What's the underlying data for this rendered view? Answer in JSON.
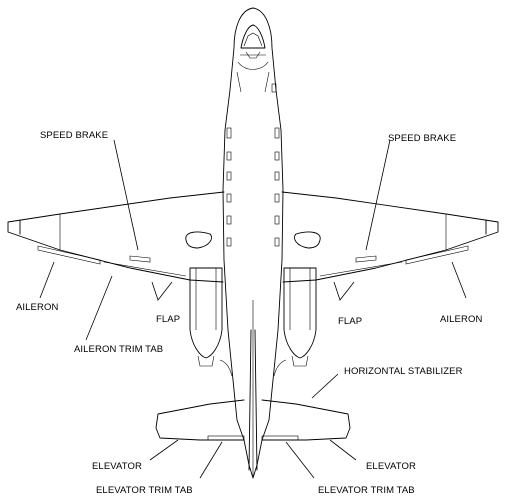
{
  "labels": {
    "speed_brake_left": "SPEED BRAKE",
    "speed_brake_right": "SPEED BRAKE",
    "aileron_left": "AILERON",
    "aileron_right": "AILERON",
    "flap_left": "FLAP",
    "flap_right": "FLAP",
    "aileron_trim_tab": "AILERON TRIM TAB",
    "horizontal_stabilizer": "HORIZONTAL STABILIZER",
    "elevator_left": "ELEVATOR",
    "elevator_right": "ELEVATOR",
    "elevator_trim_tab_left": "ELEVATOR TRIM TAB",
    "elevator_trim_tab_right": "ELEVATOR TRIM TAB"
  }
}
